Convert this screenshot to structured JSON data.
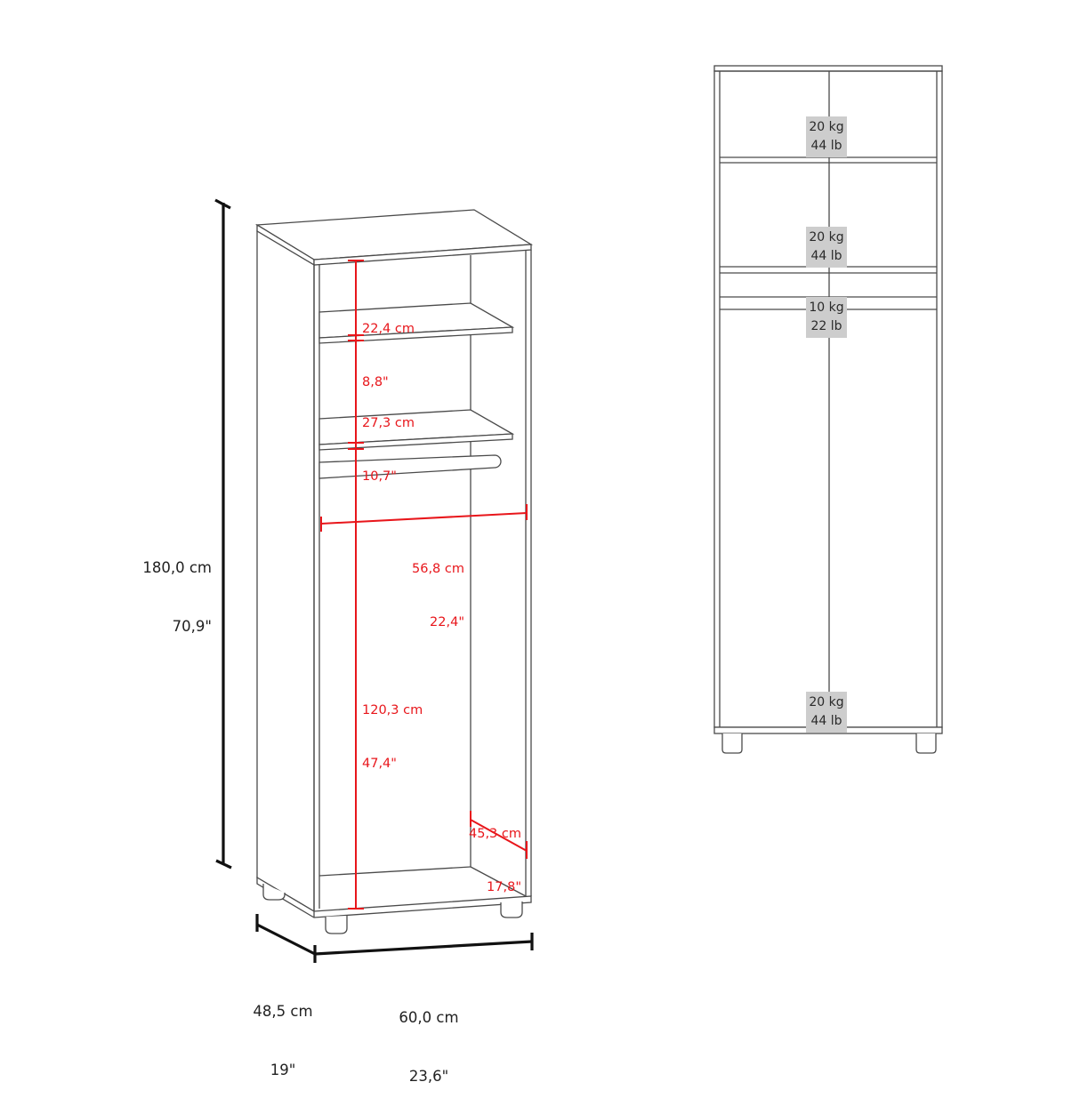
{
  "diagram": {
    "type": "furniture-dimension-diagram",
    "subject": "wardrobe / closet with 2 open shelves and hanging rod",
    "colors": {
      "outline": "#4a4a4a",
      "overall_dimension": "#111111",
      "inner_dimension": "#e8161b",
      "load_badge": "#cdcdcd"
    },
    "overall_dimensions": {
      "height": {
        "cm": "180,0 cm",
        "in": "70,9\""
      },
      "width": {
        "cm": "60,0 cm",
        "in": "23,6\""
      },
      "depth": {
        "cm": "48,5 cm",
        "in": "19\""
      }
    },
    "inner_dimensions": [
      {
        "id": "top-compartment-height",
        "cm": "22,4 cm",
        "in": "8,8\""
      },
      {
        "id": "middle-compartment-height",
        "cm": "27,3 cm",
        "in": "10,7\""
      },
      {
        "id": "inner-width",
        "cm": "56,8 cm",
        "in": "22,4\""
      },
      {
        "id": "hanging-space-height",
        "cm": "120,3 cm",
        "in": "47,4\""
      },
      {
        "id": "inner-depth",
        "cm": "45,3 cm",
        "in": "17,8\""
      }
    ],
    "load_capacities": [
      {
        "id": "top-shelf",
        "kg": "20 kg",
        "lb": "44 lb"
      },
      {
        "id": "middle-shelf",
        "kg": "20 kg",
        "lb": "44 lb"
      },
      {
        "id": "hanging-rod",
        "kg": "10 kg",
        "lb": "22 lb"
      },
      {
        "id": "bottom",
        "kg": "20 kg",
        "lb": "44 lb"
      }
    ]
  }
}
